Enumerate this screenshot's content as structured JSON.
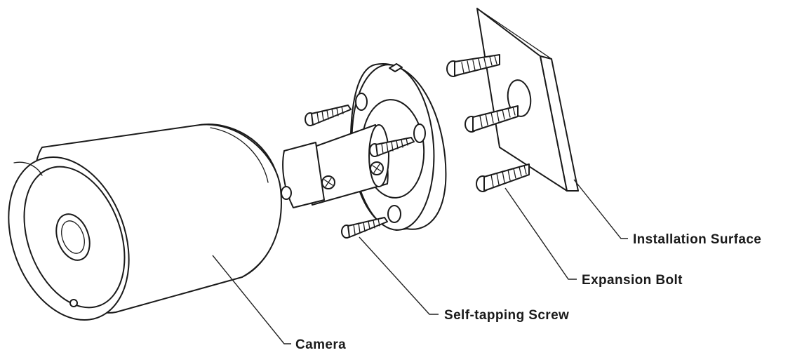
{
  "diagram": {
    "labels": {
      "installation_surface": "Installation Surface",
      "expansion_bolt": "Expansion Bolt",
      "self_tapping_screw": "Self-tapping Screw",
      "camera": "Camera"
    },
    "colors": {
      "ink": "#1a1a1a",
      "background": "#ffffff"
    }
  }
}
